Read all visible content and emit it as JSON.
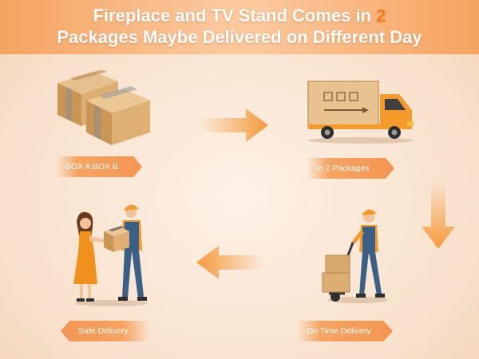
{
  "header": {
    "line1_text": "Fireplace and TV Stand Comes in ",
    "line1_accent": "2",
    "line2_text": "Packages Maybe Delivered on Different Day"
  },
  "steps": [
    {
      "label": "BOX A BOX B",
      "icon": "boxes-icon"
    },
    {
      "label": "In 2 Packages",
      "icon": "delivery-truck-icon"
    },
    {
      "label": "On Time Delivery",
      "icon": "courier-hand-truck-icon"
    },
    {
      "label": "Safe Delivery",
      "icon": "package-handover-icon"
    }
  ],
  "colors": {
    "accent": "#f07f1a",
    "arrow": "#f59a3c",
    "label_bg": "#f6a462",
    "box": "#d4a46a",
    "truck_body": "#f39a2a"
  }
}
